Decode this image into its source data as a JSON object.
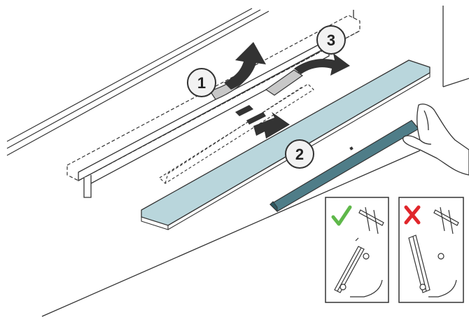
{
  "steps": [
    {
      "label": "1"
    },
    {
      "label": "2"
    },
    {
      "label": "3"
    }
  ],
  "icons": {
    "correct": "check-mark-icon",
    "incorrect": "cross-mark-icon"
  },
  "colors": {
    "line": "#333333",
    "glass_fill": "#b9d6dc",
    "glass_edge": "#4f7d88",
    "correct": "#5fb84a",
    "incorrect": "#e0262b",
    "badge_fill": "#f2f2f2"
  }
}
